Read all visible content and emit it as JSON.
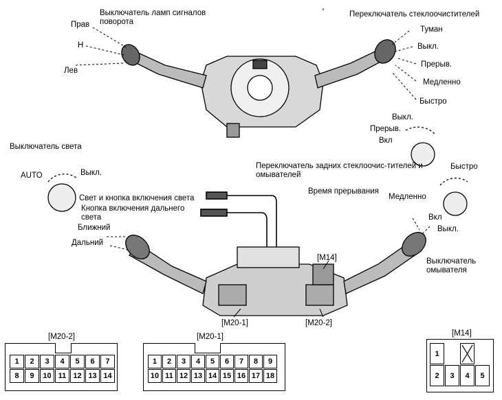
{
  "labels": {
    "turn_signal_title": "Выключатель ламп сигналов поворота",
    "right": "Прав",
    "neutral": "Н",
    "left": "Лев",
    "wiper_title": "Переключатель стеклоочистителей",
    "fog": "Туман",
    "off1": "Выкл.",
    "intermittent1": "Прерыв.",
    "slow1": "Медленно",
    "fast1": "Быстро",
    "light_switch": "Выключатель света",
    "auto": "AUTO",
    "off2": "Выкл.",
    "off3": "Выкл.",
    "intermittent2": "Прерыв.",
    "on1": "Вкл",
    "rear_wiper": "Переключатель задних стеклоочис-тителей и омывателей",
    "fast2": "Быстро",
    "interval_time": "Время прерывания",
    "slow2": "Медленно",
    "light_button": "Свет и кнопка включения света",
    "high_beam_button": "Кнопка включения дальнего света",
    "low": "Ближний",
    "high": "Дальний",
    "m14_top": "[M14]",
    "on2": "Вкл",
    "off4": "Выкл.",
    "washer": "Выключатель омывателя",
    "m20_1_mid": "[M20-1]",
    "m20_2_mid": "[M20-2]"
  },
  "connectors": {
    "m20_2": {
      "title": "[M20-2]",
      "row1": [
        "1",
        "2",
        "3",
        "4",
        "5",
        "6",
        "7"
      ],
      "row2": [
        "8",
        "9",
        "10",
        "11",
        "12",
        "13",
        "14"
      ]
    },
    "m20_1": {
      "title": "[M20-1]",
      "row1": [
        "1",
        "2",
        "3",
        "4",
        "5",
        "6",
        "7",
        "8",
        "9"
      ],
      "row2": [
        "10",
        "11",
        "12",
        "13",
        "14",
        "15",
        "16",
        "17",
        "18"
      ]
    },
    "m14": {
      "title": "[M14]",
      "row1": [
        "1",
        "",
        ""
      ],
      "row2": [
        "2",
        "3",
        "4",
        "5"
      ]
    }
  }
}
